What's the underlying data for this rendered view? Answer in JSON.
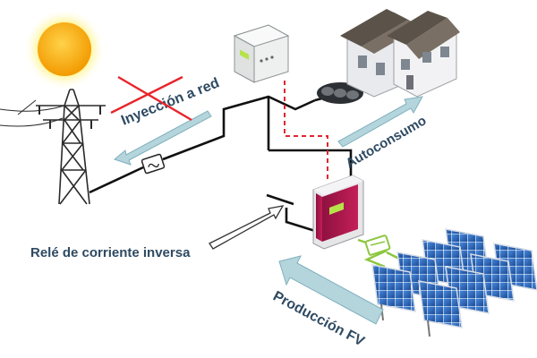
{
  "labels": {
    "injection": "Inyección a red",
    "self_consumption": "Autoconsumo",
    "relay": "Relé de corriente inversa",
    "production": "Producción FV"
  },
  "colors": {
    "sun": "#f7a600",
    "sun_glow": "#ffe94a",
    "arrow_fill": "#b4d5dc",
    "text": "#2e4a62",
    "cross": "#e8262c",
    "dashed_line": "#e0262e",
    "inverter_body": "#a8154a",
    "panel_blue": "#1f5fb0",
    "dc_line": "#8dc63f"
  },
  "icons": [
    "sun-icon",
    "transmission-tower-icon",
    "house-icon",
    "energy-meter-icon",
    "inverter-icon",
    "solar-panel-icon",
    "breaker-icon",
    "ac-symbol-icon",
    "dc-symbol-icon"
  ]
}
